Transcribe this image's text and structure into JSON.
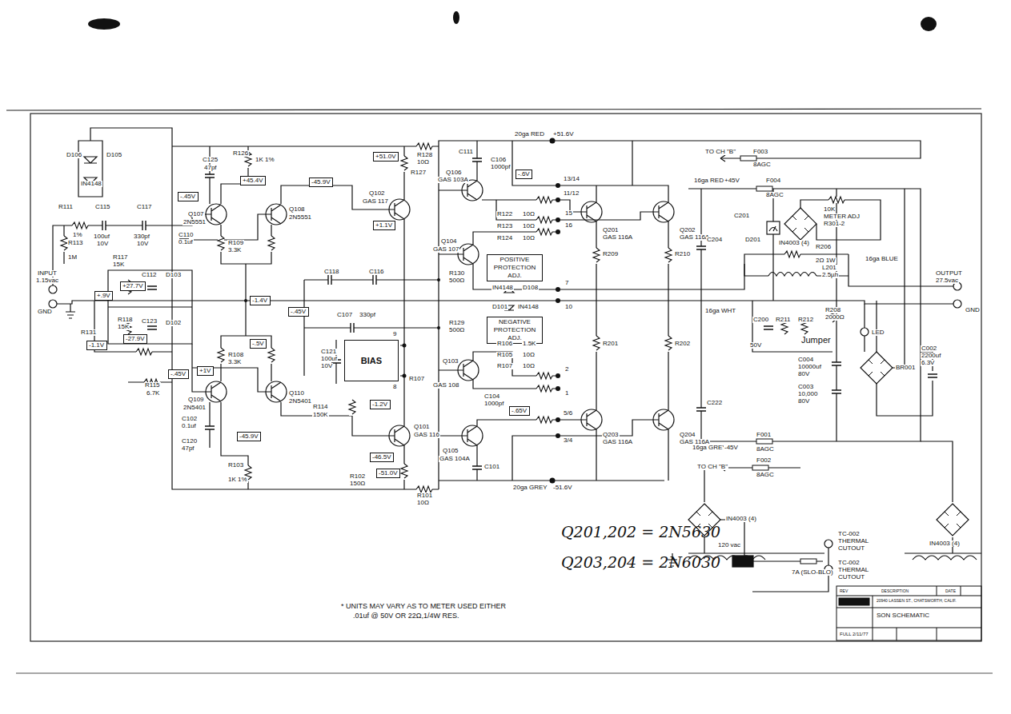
{
  "diagram": {
    "nodes": [
      {
        "text": [
          "BIAS"
        ]
      },
      {
        "text": [
          "POSITIVE PROTECTION ADJ."
        ]
      },
      {
        "text": [
          "NEGATIVE PROTECTION ADJ."
        ]
      },
      {
        "text": [
          "-.45V"
        ]
      },
      {
        "text": [
          "+45.4V"
        ]
      },
      {
        "text": [
          "-45.9V"
        ]
      },
      {
        "text": [
          "+51.0V"
        ]
      },
      {
        "text": [
          "+1.1V"
        ]
      },
      {
        "text": [
          "+27.7V"
        ]
      },
      {
        "text": [
          "+.9V"
        ]
      },
      {
        "text": [
          "-27.9V"
        ]
      },
      {
        "text": [
          "-1.1V"
        ]
      },
      {
        "text": [
          "-1.4V"
        ]
      },
      {
        "text": [
          "-.45V"
        ]
      },
      {
        "text": [
          "-.5V"
        ]
      },
      {
        "text": [
          "+1V"
        ]
      },
      {
        "text": [
          "-.45V"
        ]
      },
      {
        "text": [
          "-45.9V"
        ]
      },
      {
        "text": [
          "-1.2V"
        ]
      },
      {
        "text": [
          "-46.5V"
        ]
      },
      {
        "text": [
          "-51.0V"
        ]
      },
      {
        "text": [
          "-.6V"
        ]
      },
      {
        "text": [
          "-.65V"
        ]
      }
    ],
    "labels": [
      "R111",
      "1%",
      "R113",
      "1M",
      "C115",
      "100uf",
      "10V",
      "C117",
      "330pf",
      "10V",
      "D106",
      "D105",
      "IN4148",
      "INPUT",
      "1.15vac",
      "GND",
      "R117",
      "15K",
      "R118",
      "15K",
      "R131",
      "C112",
      "C123",
      "D103",
      "D102",
      "C110",
      "0.1uf",
      "R115",
      "6.7K",
      "C125",
      "47pf",
      "R126",
      "1K 1%",
      "Q107",
      "2N5551",
      "Q108",
      "2N5551",
      "R109",
      "3.3K",
      "R108",
      "3.3K",
      "Q109",
      "2N5401",
      "Q110",
      "2N5401",
      "C102",
      "0.1uf",
      "C120",
      "47pf",
      "R103",
      "1K 1%",
      "R114",
      "150K",
      "C118",
      "C116",
      "C107",
      "330pf",
      "C121",
      "100uf",
      "10V",
      "R107",
      "Q102",
      "GAS 117",
      "R127",
      "Q101",
      "GAS 116",
      "R102",
      "150Ω",
      "R128",
      "10Ω",
      "R101",
      "10Ω",
      "C111",
      "Q106",
      "GAS 103A",
      "C106",
      "1000pf",
      "Q104",
      "GAS 107",
      "R122",
      "10Ω",
      "R123",
      "10Ω",
      "R124",
      "10Ω",
      "R130",
      "500Ω",
      "IN4148",
      "D108",
      "D101",
      "IN4148",
      "R129",
      "500Ω",
      "R106",
      "1.5K",
      "R105",
      "10Ω",
      "R107",
      "10Ω",
      "Q103",
      "GAS 108",
      "C104",
      "1000pf",
      "Q105",
      "GAS 104A",
      "C101",
      "13/14",
      "11/12",
      "15",
      "16",
      "7",
      "10",
      "9",
      "8",
      "2",
      "1",
      "5/6",
      "3/4",
      "Q201",
      "GAS 116A",
      "Q202",
      "GAS 116A",
      "Q203",
      "GAS 116A",
      "Q204",
      "GAS 116A",
      "R209",
      "R210",
      "R201",
      "R202",
      "C204",
      "C222",
      "20ga RED",
      "+51.6V",
      "20ga GREY",
      "-51.6V",
      "TO CH \"B\"",
      "F003",
      "8AGC",
      "F004",
      "8AGC",
      "16ga RED",
      "+45V",
      "C201",
      "D201",
      "10K",
      "METER ADJ",
      "R301-2",
      "IN4003 (4)",
      "16ga BLUE",
      "R206",
      "2Ω 1W",
      "L201",
      "2.5µh",
      "16ga WHT",
      "C200",
      "R211",
      "R212",
      "Jumper",
      "50V",
      "R208",
      "2000Ω",
      "LED",
      "C004",
      "10000uf",
      "80V",
      "C003",
      "10,000",
      "80V",
      "BR001",
      "C002",
      "2200uf",
      "6.3V",
      "OUTPUT",
      "27.5vac",
      "GND",
      "16ga GREY",
      "-45V",
      "F001",
      "8AGC",
      "F002",
      "8AGC",
      "TO CH \"B\"",
      "IN4003 (4)",
      "IN4003 (4)",
      "120 vac",
      "7A (SLO-BLO)",
      "TC-002",
      "THERMAL",
      "CUTOUT",
      "TC-002",
      "THERMAL",
      "CUTOUT",
      "Q201,202 = 2N5630",
      "Q203,204 = 2N6030",
      "* UNITS MAY VARY AS TO METER USED EITHER",
      ".01uf @ 50V OR 22Ω,1/4W RES.",
      "20940 LASSEN ST., CHATSWORTH, CALIF.",
      "SON SCHEMATIC",
      "2/11/77",
      "FULL",
      "REV",
      "DESCRIPTION",
      "DATE"
    ]
  }
}
